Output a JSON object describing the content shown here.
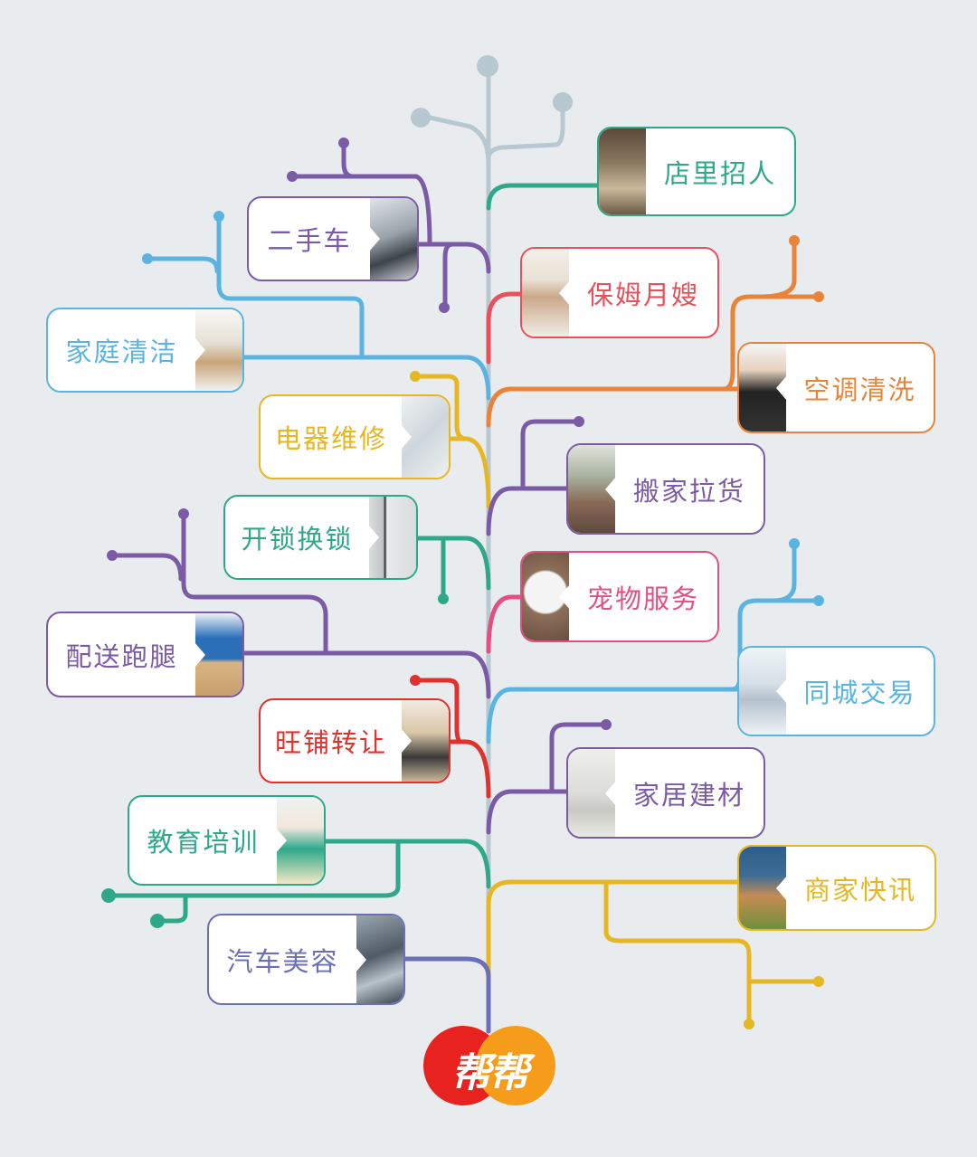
{
  "logo": {
    "text": "帮帮",
    "color_left": "#e8231f",
    "color_right": "#f59d1a"
  },
  "nodes": [
    {
      "id": "n1",
      "label": "店里招人",
      "color": "#2fa88a",
      "side": "right",
      "icon": "restaurant-photo"
    },
    {
      "id": "n2",
      "label": "二手车",
      "color": "#7b5aa6",
      "side": "left",
      "icon": "car-photo"
    },
    {
      "id": "n3",
      "label": "保姆月嫂",
      "color": "#e8505b",
      "side": "right",
      "icon": "nanny-photo"
    },
    {
      "id": "n4",
      "label": "家庭清洁",
      "color": "#5bb4e0",
      "side": "left",
      "icon": "cleaner-photo"
    },
    {
      "id": "n5",
      "label": "空调清洗",
      "color": "#e8843a",
      "side": "right",
      "icon": "technician-photo"
    },
    {
      "id": "n6",
      "label": "电器维修",
      "color": "#e6b722",
      "side": "left",
      "icon": "vacuum-photo"
    },
    {
      "id": "n7",
      "label": "搬家拉货",
      "color": "#7b5aa6",
      "side": "right",
      "icon": "living-room-photo"
    },
    {
      "id": "n8",
      "label": "开锁换锁",
      "color": "#2fa88a",
      "side": "left",
      "icon": "door-photo"
    },
    {
      "id": "n9",
      "label": "宠物服务",
      "color": "#e0517f",
      "side": "right",
      "icon": "cat-photo"
    },
    {
      "id": "n10",
      "label": "配送跑腿",
      "color": "#7b5aa6",
      "side": "left",
      "icon": "courier-photo"
    },
    {
      "id": "n11",
      "label": "同城交易",
      "color": "#5bb4e0",
      "side": "right",
      "icon": "handshake-photo"
    },
    {
      "id": "n12",
      "label": "旺铺转让",
      "color": "#e0312c",
      "side": "left",
      "icon": "shop-photo"
    },
    {
      "id": "n13",
      "label": "家居建材",
      "color": "#7b5aa6",
      "side": "right",
      "icon": "interior-photo"
    },
    {
      "id": "n14",
      "label": "教育培训",
      "color": "#2fa88a",
      "side": "left",
      "icon": "student-photo"
    },
    {
      "id": "n15",
      "label": "商家快讯",
      "color": "#e6b722",
      "side": "right",
      "icon": "storefront-photo"
    },
    {
      "id": "n16",
      "label": "汽车美容",
      "color": "#6a6fb8",
      "side": "left",
      "icon": "car-wash-photo"
    }
  ]
}
